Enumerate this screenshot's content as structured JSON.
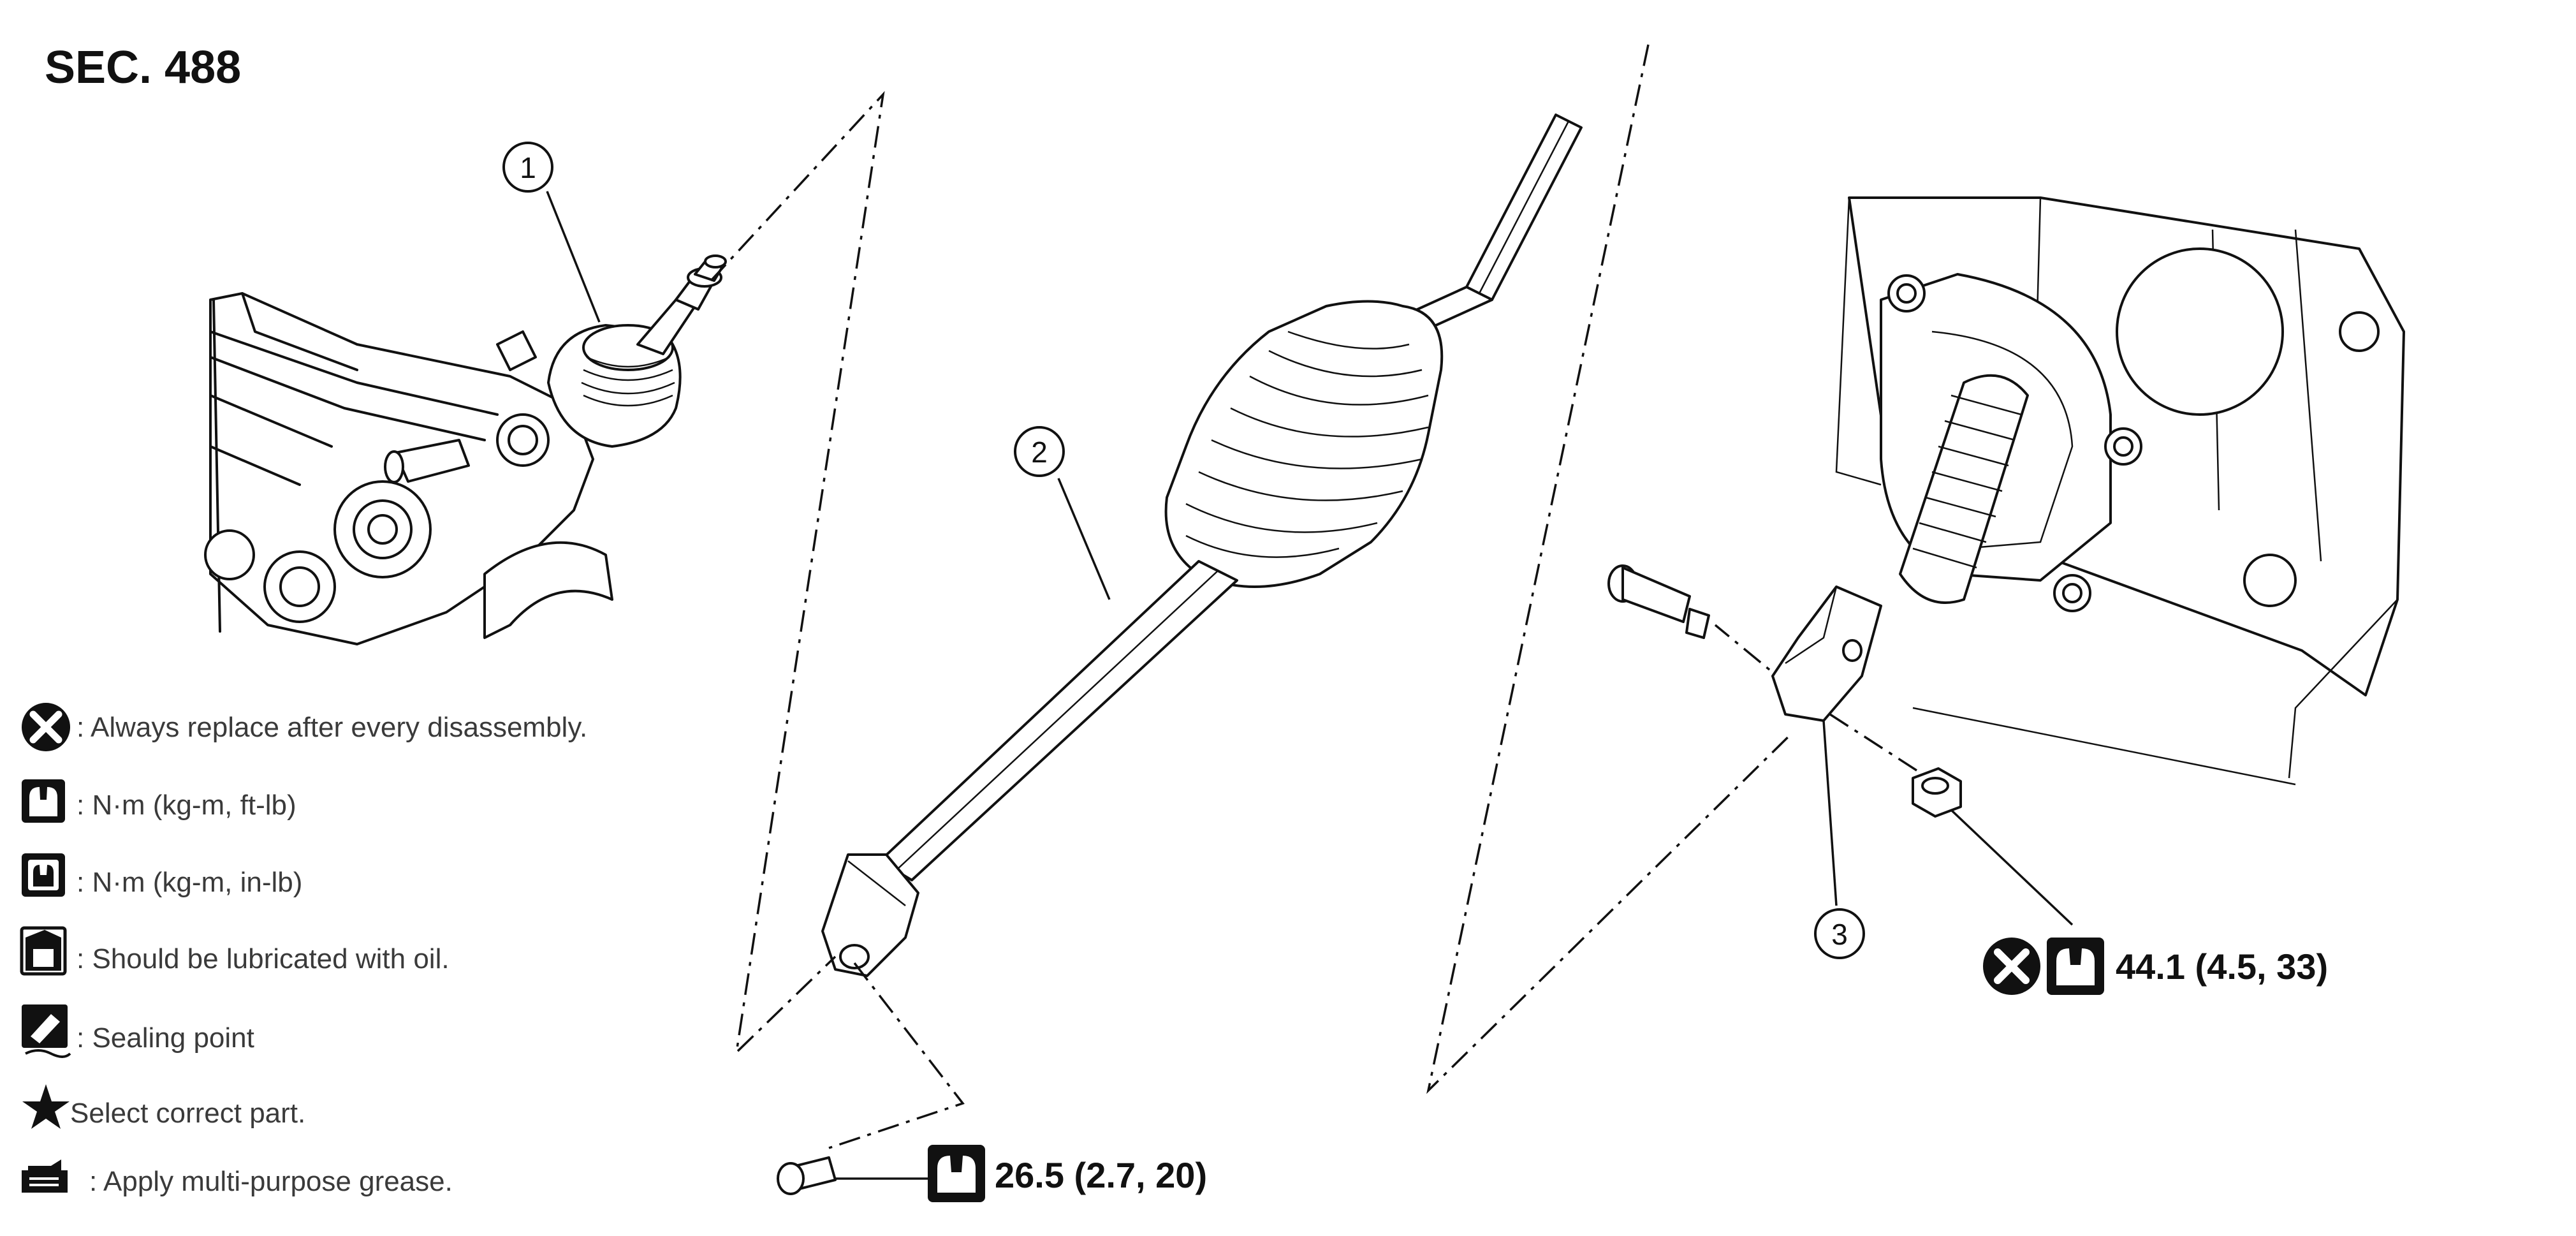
{
  "section_title": "SEC. 488",
  "callouts": [
    "1",
    "2",
    "3"
  ],
  "torques": {
    "bolt_lower": "26.5 (2.7, 20)",
    "nut_right": "44.1 (4.5, 33)"
  },
  "legend": [
    {
      "icon": "replace-x-icon",
      "text": ": Always replace after every disassembly."
    },
    {
      "icon": "torque-ftlb-icon",
      "text": ": N·m (kg-m, ft-lb)"
    },
    {
      "icon": "torque-inlb-icon",
      "text": ": N·m (kg-m, in-lb)"
    },
    {
      "icon": "oil-can-icon",
      "text": ": Should be lubricated with oil."
    },
    {
      "icon": "sealing-icon",
      "text": ": Sealing point"
    },
    {
      "icon": "star-icon",
      "text": "Select correct part."
    },
    {
      "icon": "grease-icon",
      "text": ": Apply multi-purpose grease."
    }
  ]
}
